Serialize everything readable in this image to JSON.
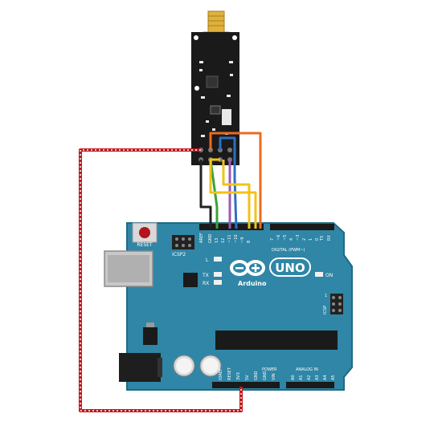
{
  "board": {
    "reset_label": "RESET",
    "icsp2_label": "ICSP2",
    "aref_label": "AREF",
    "gnd_label": "GND",
    "digital_label": "DIGITAL (PWM~)",
    "brand_label": "Arduino",
    "model_label": "UNO",
    "led_l": "L",
    "led_tx": "TX",
    "led_rx": "RX",
    "on_label": "ON",
    "icsp_label": "ICSP",
    "icsp_one": "1",
    "power_label": "POWER",
    "analog_label": "ANALOG IN",
    "tx_label": "TX",
    "rx_label": "RX",
    "digital_pins": [
      "13",
      "12",
      "~11",
      "~10",
      "~9",
      "8",
      "7",
      "~6",
      "~5",
      "4",
      "~3",
      "2",
      "1",
      "0"
    ],
    "power_pins": [
      "IOREF",
      "RESET",
      "3V3",
      "5V",
      "GND",
      "GND",
      "VIN"
    ],
    "analog_pins": [
      "A0",
      "A1",
      "A2",
      "A3",
      "A4",
      "A5"
    ],
    "colors": {
      "board": "#2f86a6",
      "board_edge": "#1f6a86",
      "module": "#1a1a1a",
      "antenna": "#e0b13c",
      "wire_red": "#c0181e",
      "wire_black": "#222222",
      "wire_green": "#3aa23a",
      "wire_purple": "#9b59b6",
      "wire_blue": "#2f6fc6",
      "wire_yellow": "#f2c218",
      "wire_orange": "#ee6a1f"
    }
  }
}
